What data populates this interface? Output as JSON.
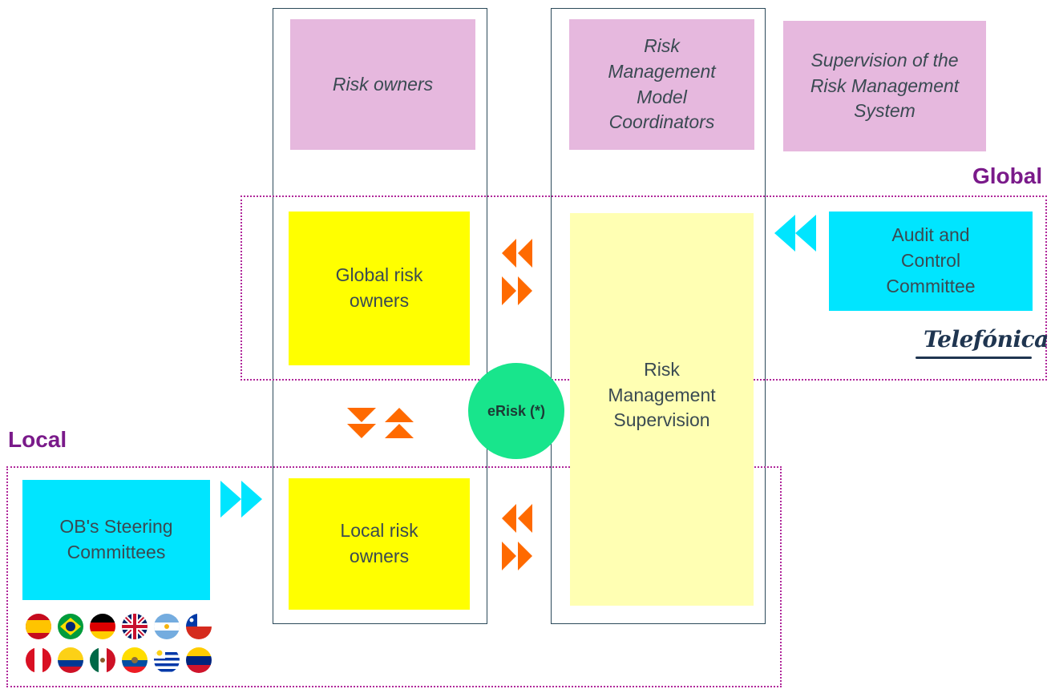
{
  "regions": {
    "global": "Global",
    "local": "Local"
  },
  "columns": {
    "risk_owners_header": "Risk owners",
    "rmm_coordinators_header": "Risk Management Model Coordinators",
    "supervision_header": "Supervision of the Risk Management System"
  },
  "boxes": {
    "global_risk_owners": "Global risk owners",
    "local_risk_owners": "Local risk owners",
    "risk_management_supervision": "Risk Management Supervision",
    "audit_control": "Audit and Control Committee",
    "ob_steering": "OB's Steering Committees"
  },
  "erisk": "eRisk (*)",
  "logo": "Telefónica",
  "colors": {
    "header_pink": "#e6b8de",
    "yellow": "#ffff00",
    "pale_yellow": "#ffffb3",
    "cyan": "#00e5ff",
    "green_circle": "#18e58c",
    "arrow_orange": "#ff6a00",
    "region_label": "#7a1a8a"
  },
  "flags": [
    "spain",
    "brazil",
    "germany",
    "united-kingdom",
    "argentina",
    "chile",
    "peru",
    "colombia",
    "mexico",
    "ecuador",
    "uruguay",
    "venezuela"
  ]
}
